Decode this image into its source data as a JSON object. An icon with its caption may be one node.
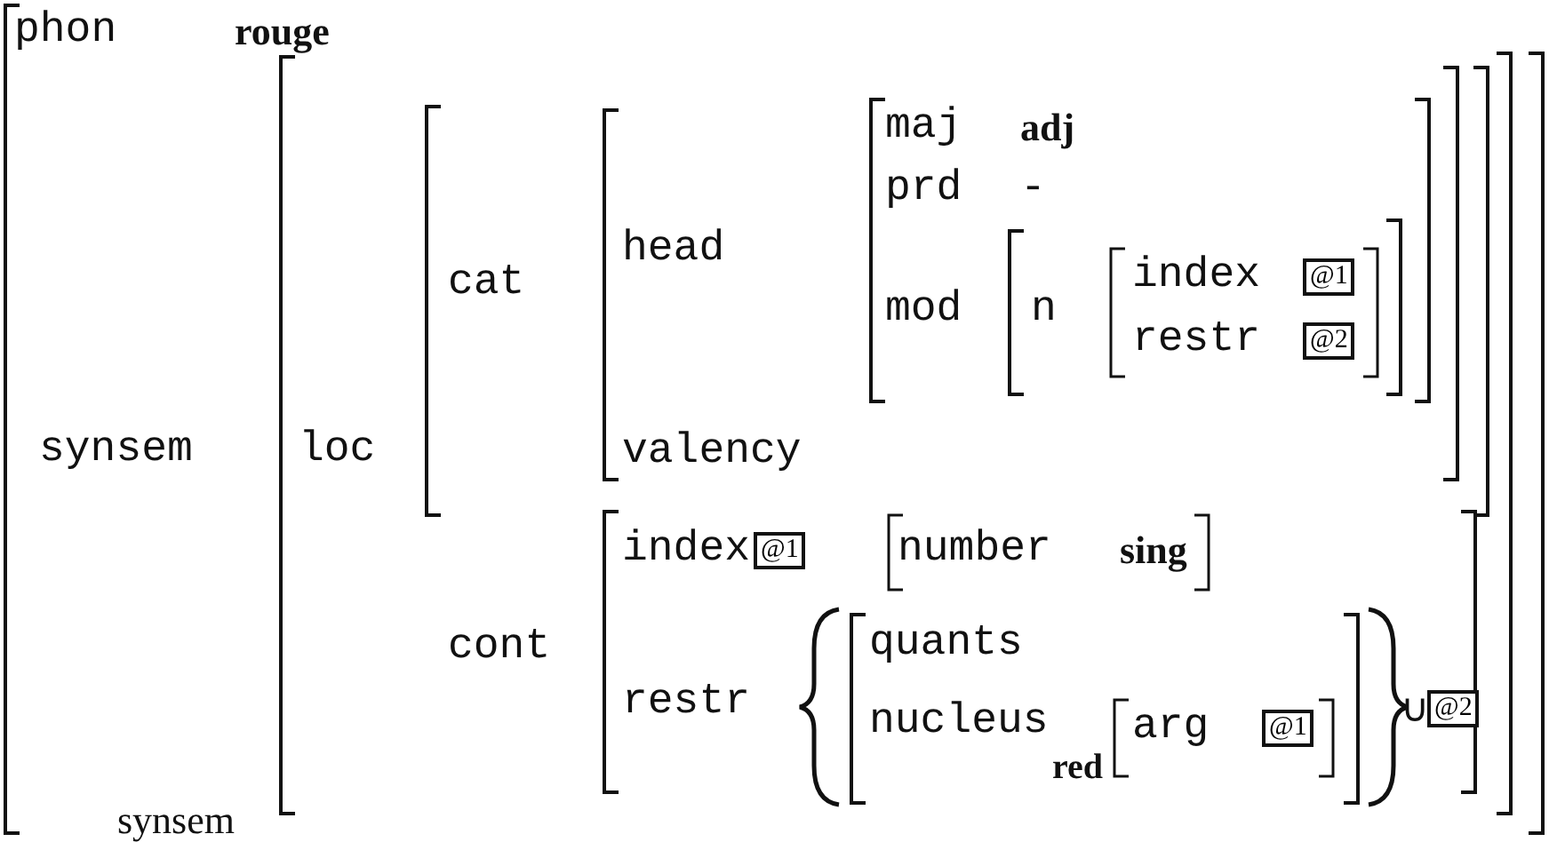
{
  "diagram": {
    "nodes": [
      {
        "text": [
          "@1"
        ]
      },
      {
        "text": [
          "@2"
        ]
      },
      {
        "text": [
          "@1"
        ]
      },
      {
        "text": [
          "@1"
        ]
      },
      {
        "text": [
          "@2"
        ]
      }
    ],
    "labels": [
      "phon",
      "rouge",
      "synsem",
      "loc",
      "cat",
      "head",
      "maj",
      "adj",
      "prd",
      "-",
      "mod",
      "n",
      "index",
      "restr",
      "valency",
      "cont",
      "index",
      "number",
      "sing",
      "restr",
      "quants",
      "nucleus",
      "red",
      "arg",
      "∪",
      "synsem"
    ]
  }
}
